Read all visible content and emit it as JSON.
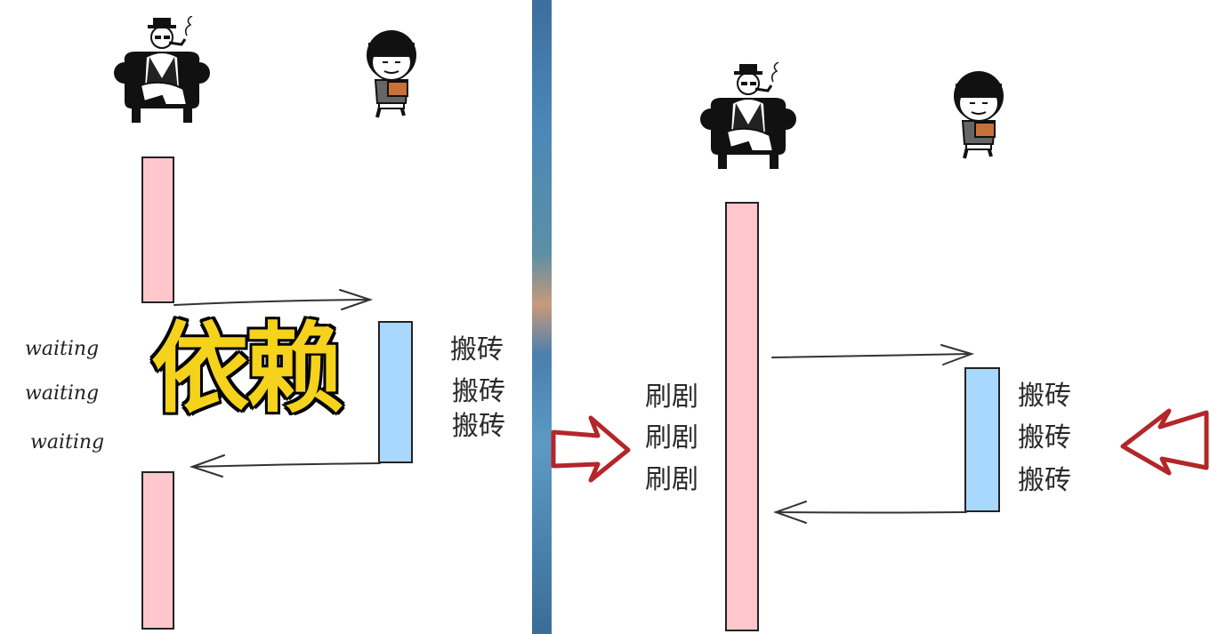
{
  "left": {
    "waiting": [
      "waiting",
      "waiting",
      "waiting"
    ],
    "worker_labels": [
      "搬砖",
      "搬砖",
      "搬砖"
    ],
    "big_label": "依赖"
  },
  "right": {
    "boss_labels": [
      "刷剧",
      "刷剧",
      "刷剧"
    ],
    "worker_labels": [
      "搬砖",
      "搬砖",
      "搬砖"
    ]
  },
  "colors": {
    "boss_bar": "#ffc7cc",
    "worker_bar": "#a9d8ff",
    "big_label": "#f5d21c",
    "arrow_outline": "#b3262a"
  },
  "icons": [
    "boss-in-armchair-icon",
    "bowl-cut-worker-icon"
  ]
}
